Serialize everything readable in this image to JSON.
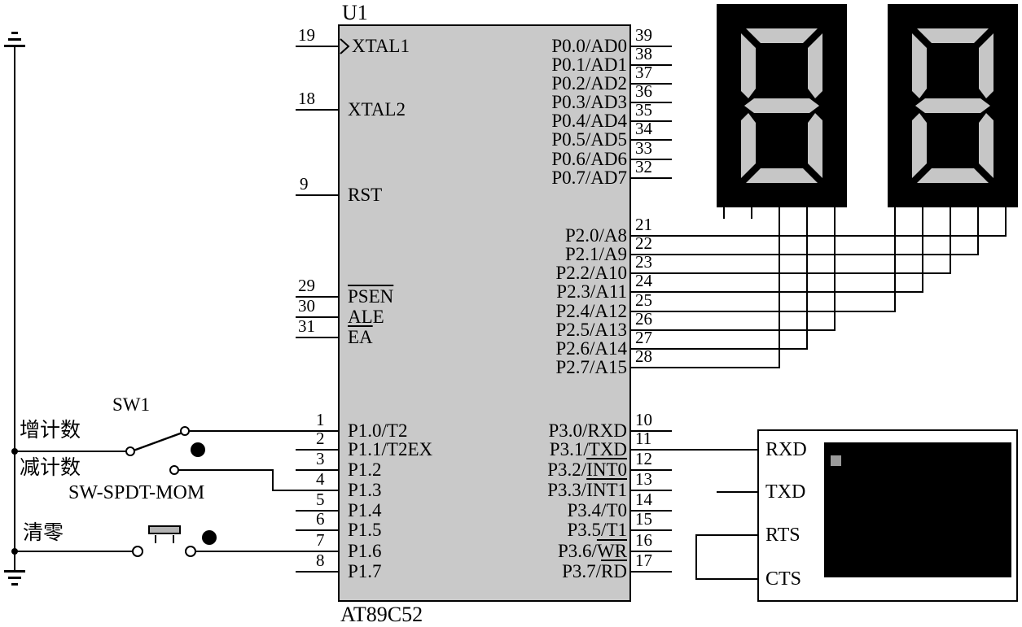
{
  "ic": {
    "ref": "U1",
    "part": "AT89C52",
    "left_pins": [
      {
        "num": "19",
        "pre": "XTAL1",
        "over": ""
      },
      {
        "num": "18",
        "pre": "XTAL2",
        "over": ""
      },
      {
        "num": "9",
        "pre": "RST",
        "over": ""
      },
      {
        "num": "29",
        "pre": "",
        "over": "PSEN"
      },
      {
        "num": "30",
        "pre": "ALE",
        "over": ""
      },
      {
        "num": "31",
        "pre": "",
        "over": "EA"
      },
      {
        "num": "1",
        "pre": "P1.0/T2",
        "over": ""
      },
      {
        "num": "2",
        "pre": "P1.1/T2EX",
        "over": ""
      },
      {
        "num": "3",
        "pre": "P1.2",
        "over": ""
      },
      {
        "num": "4",
        "pre": "P1.3",
        "over": ""
      },
      {
        "num": "5",
        "pre": "P1.4",
        "over": ""
      },
      {
        "num": "6",
        "pre": "P1.5",
        "over": ""
      },
      {
        "num": "7",
        "pre": "P1.6",
        "over": ""
      },
      {
        "num": "8",
        "pre": "P1.7",
        "over": ""
      }
    ],
    "right_pins": [
      {
        "num": "39",
        "pre": "P0.0/AD0",
        "over": ""
      },
      {
        "num": "38",
        "pre": "P0.1/AD1",
        "over": ""
      },
      {
        "num": "37",
        "pre": "P0.2/AD2",
        "over": ""
      },
      {
        "num": "36",
        "pre": "P0.3/AD3",
        "over": ""
      },
      {
        "num": "35",
        "pre": "P0.4/AD4",
        "over": ""
      },
      {
        "num": "34",
        "pre": "P0.5/AD5",
        "over": ""
      },
      {
        "num": "33",
        "pre": "P0.6/AD6",
        "over": ""
      },
      {
        "num": "32",
        "pre": "P0.7/AD7",
        "over": ""
      },
      {
        "num": "21",
        "pre": "P2.0/A8",
        "over": ""
      },
      {
        "num": "22",
        "pre": "P2.1/A9",
        "over": ""
      },
      {
        "num": "23",
        "pre": "P2.2/A10",
        "over": ""
      },
      {
        "num": "24",
        "pre": "P2.3/A11",
        "over": ""
      },
      {
        "num": "25",
        "pre": "P2.4/A12",
        "over": ""
      },
      {
        "num": "26",
        "pre": "P2.5/A13",
        "over": ""
      },
      {
        "num": "27",
        "pre": "P2.6/A14",
        "over": ""
      },
      {
        "num": "28",
        "pre": "P2.7/A15",
        "over": ""
      },
      {
        "num": "10",
        "pre": "P3.0/RXD",
        "over": ""
      },
      {
        "num": "11",
        "pre": "P3.1/TXD",
        "over": ""
      },
      {
        "num": "12",
        "pre": "P3.2/",
        "over": "INT0"
      },
      {
        "num": "13",
        "pre": "P3.3/",
        "over": "INT1"
      },
      {
        "num": "14",
        "pre": "P3.4/T0",
        "over": ""
      },
      {
        "num": "15",
        "pre": "P3.5/T1",
        "over": ""
      },
      {
        "num": "16",
        "pre": "P3.6/",
        "over": "WR"
      },
      {
        "num": "17",
        "pre": "P3.7/",
        "over": "RD"
      }
    ]
  },
  "left_circuit": {
    "sw1_label": "SW1",
    "sw1_part": "SW-SPDT-MOM",
    "label_increment": "增计数",
    "label_decrement": "减计数",
    "label_clear": "清零"
  },
  "terminal": {
    "labels": [
      "RXD",
      "TXD",
      "RTS",
      "CTS"
    ]
  },
  "displays": {
    "count": 2,
    "digit": "8",
    "state": "all segments dim gray on black"
  },
  "colors": {
    "ic_fill": "#c9c9c9",
    "display_bg": "#000000",
    "segment": "#c6c6c6",
    "wire": "#000000",
    "cursor": "#9a9a9a"
  }
}
